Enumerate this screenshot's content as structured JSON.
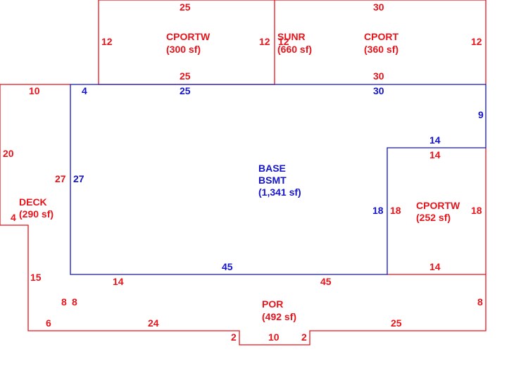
{
  "colors": {
    "exterior": "#e8141b",
    "base": "#1414c8"
  },
  "areas": {
    "cportw_top": {
      "name": "CPORTW",
      "sf": "(300 sf)"
    },
    "sunr": {
      "name": "SUNR",
      "sf": "(660 sf)"
    },
    "cport": {
      "name": "CPORT",
      "sf": "(360 sf)"
    },
    "base": {
      "name": "BASE",
      "sub": "BSMT",
      "sf": "(1,341 sf)"
    },
    "cportw_right": {
      "name": "CPORTW",
      "sf": "(252 sf)"
    },
    "deck": {
      "name": "DECK",
      "sf": "(290 sf)"
    },
    "por": {
      "name": "POR",
      "sf": "(492 sf)"
    }
  },
  "dims_red": {
    "top_left_25": "25",
    "top_right_30": "30",
    "cportw_left_12": "12",
    "cportw_right_12": "12",
    "sunr_left_12": "12",
    "cport_right_12": "12",
    "cportw_bottom_25": "25",
    "cport_bottom_30": "30",
    "deck_top_10": "10",
    "deck_left_20": "20",
    "deck_right_27": "27",
    "deck_left_4": "4",
    "deck_left_15": "15",
    "deck_bottom_6": "6",
    "deck_right_8": "8",
    "cportw2_top_14": "14",
    "cportw2_left_18": "18",
    "cportw2_right_18": "18",
    "cportw2_bottom_14": "14",
    "por_top_14": "14",
    "por_top_45": "45",
    "por_right_8": "8",
    "por_bottom_24": "24",
    "por_bottom_25": "25",
    "por_notch_2a": "2",
    "por_notch_10": "10",
    "por_notch_2b": "2"
  },
  "dims_blue": {
    "base_top_4": "4",
    "base_top_25": "25",
    "base_top_30": "30",
    "base_right_9": "9",
    "base_step_14": "14",
    "base_left_27": "27",
    "base_step_18": "18",
    "base_bottom_45": "45"
  }
}
